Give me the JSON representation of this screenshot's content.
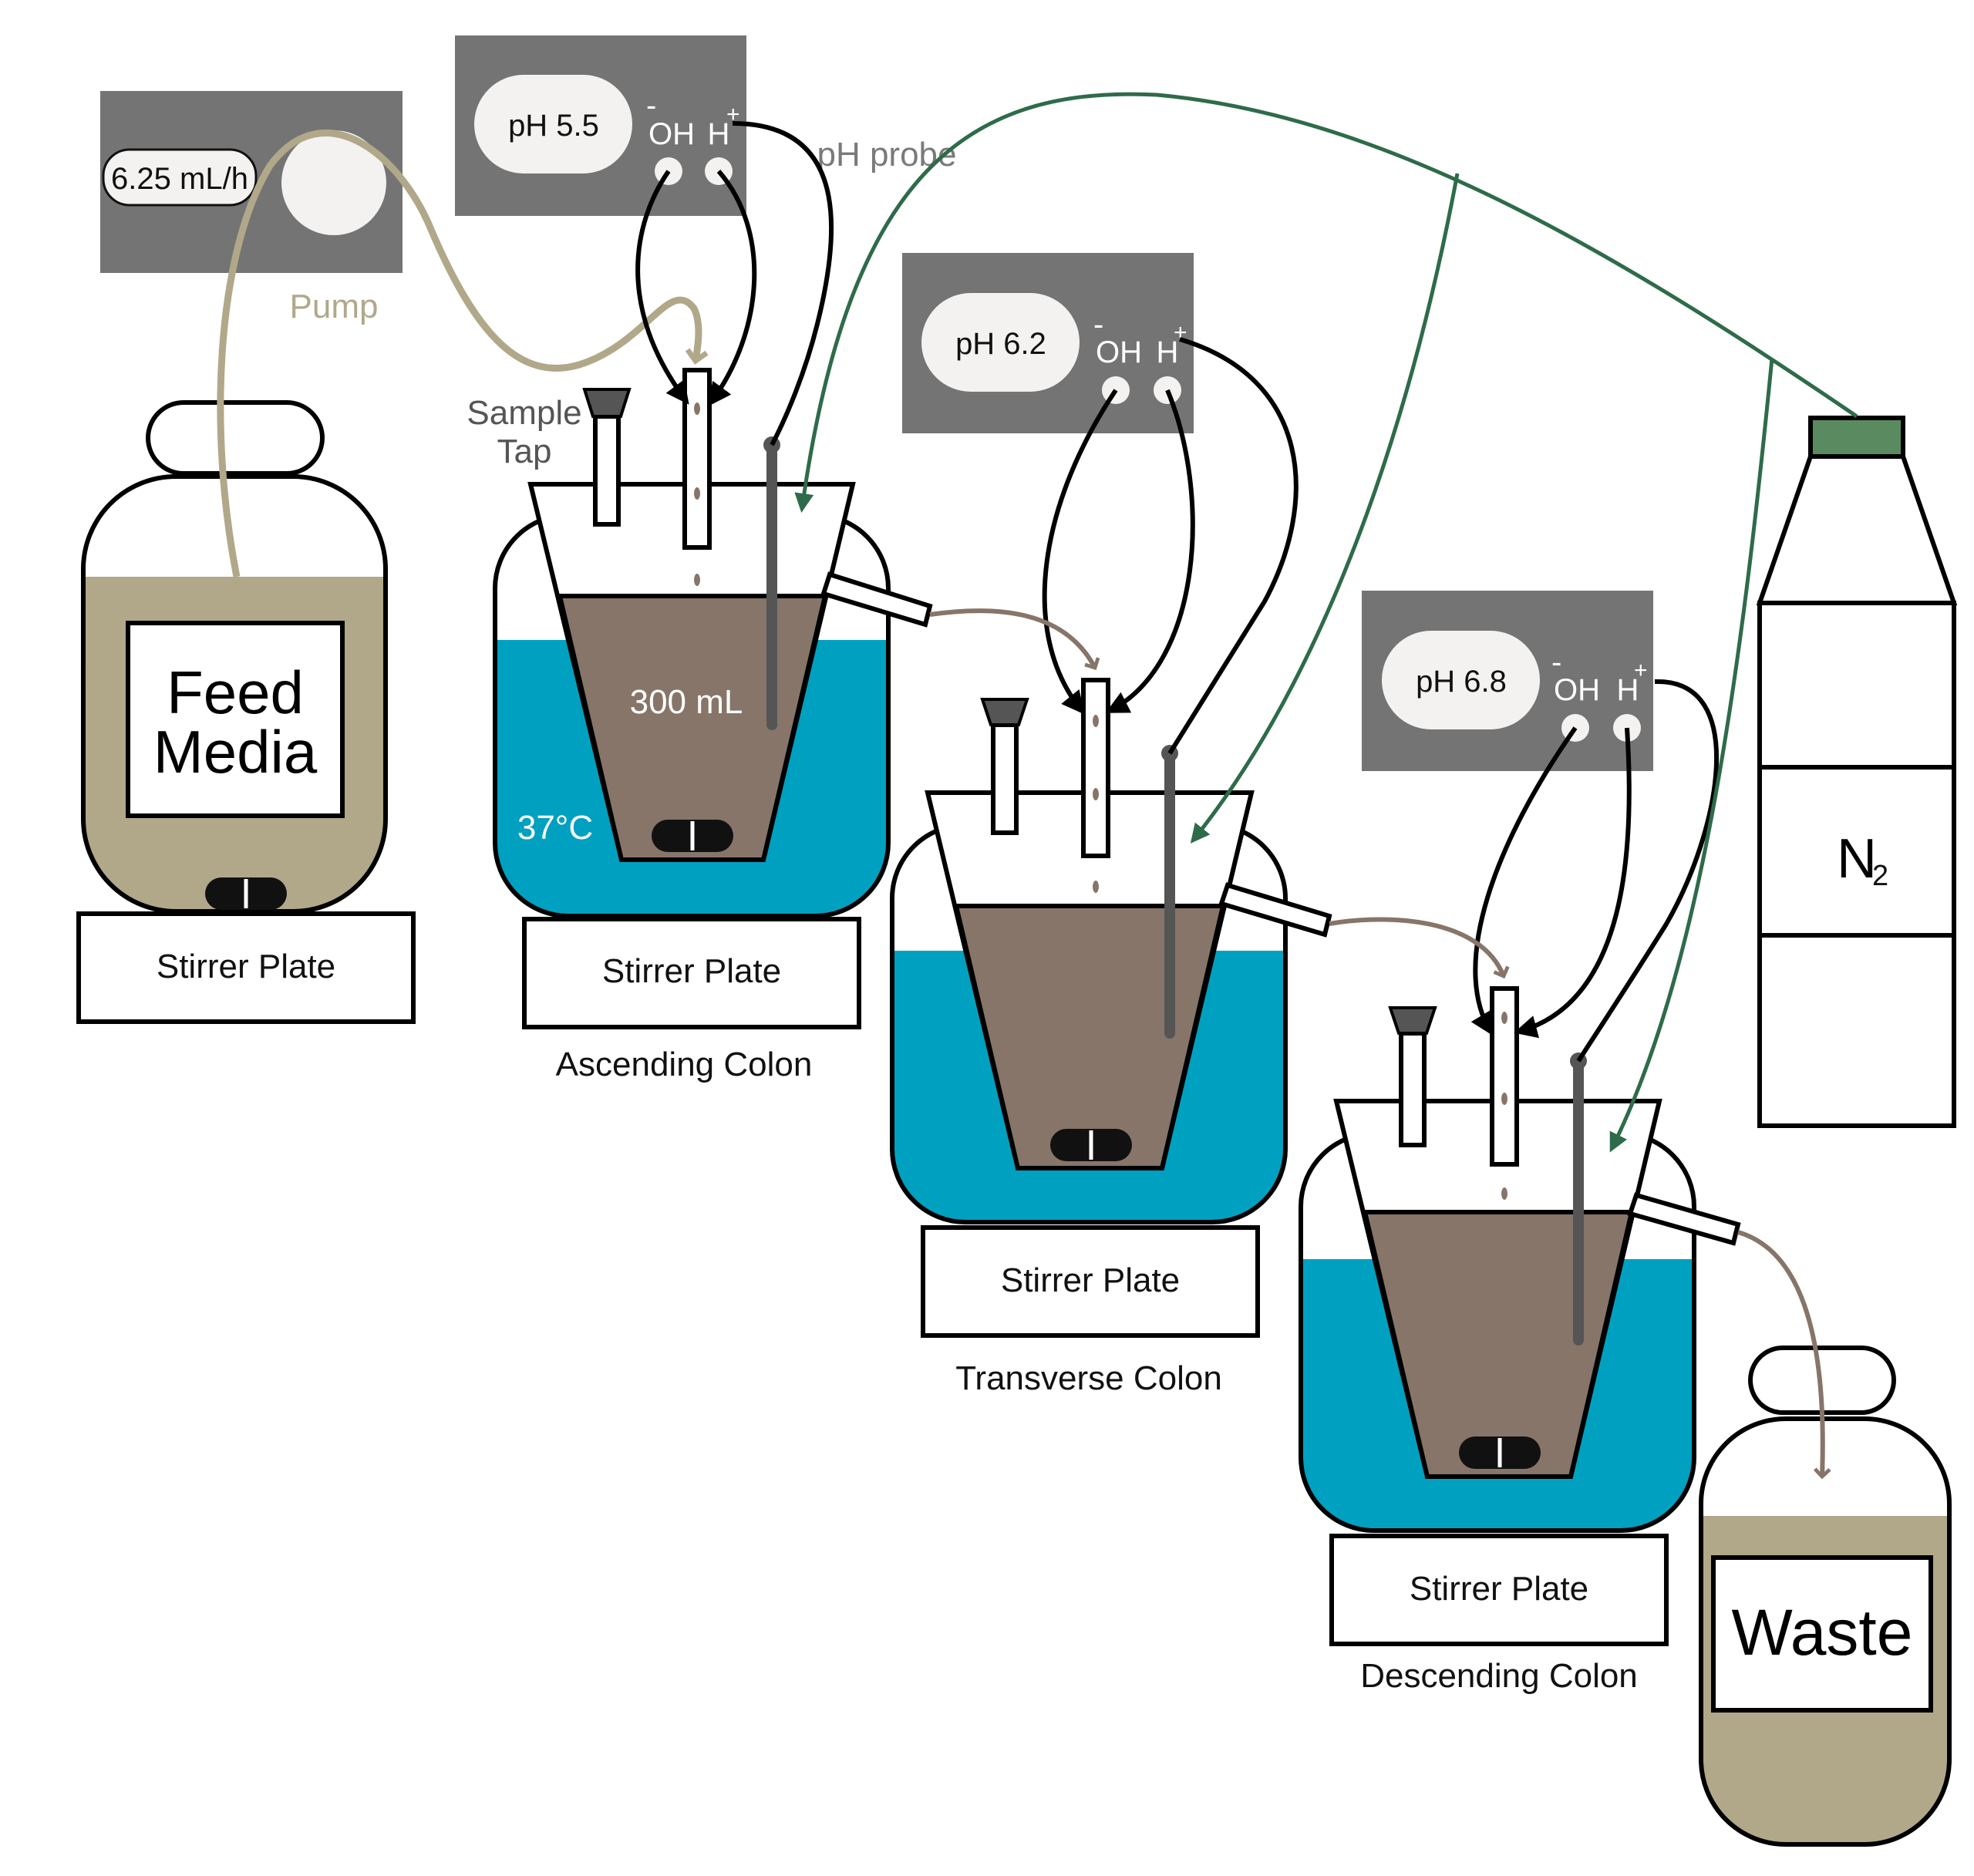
{
  "pump": {
    "rate": "6.25 mL/h",
    "label": "Pump"
  },
  "controllers": [
    {
      "ph": "pH 5.5",
      "oh": "OH",
      "h": "H",
      "minus": "-",
      "plus": "+"
    },
    {
      "ph": "pH 6.2",
      "oh": "OH",
      "h": "H",
      "minus": "-",
      "plus": "+"
    },
    {
      "ph": "pH 6.8",
      "oh": "OH",
      "h": "H",
      "minus": "-",
      "plus": "+"
    }
  ],
  "probe_label": "pH probe",
  "sample_tap": {
    "line1": "Sample",
    "line2": "Tap"
  },
  "feed": {
    "line1": "Feed",
    "line2": "Media"
  },
  "waste": "Waste",
  "stirrer_plate": "Stirrer Plate",
  "vessels": [
    {
      "name": "Ascending Colon",
      "volume": "300 mL",
      "temperature": "37°C"
    },
    {
      "name": "Transverse Colon"
    },
    {
      "name": "Descending Colon"
    }
  ],
  "gas": {
    "symbol": "N",
    "subscript": "2"
  },
  "colors": {
    "controller": "#747474",
    "media": "#b1a88a",
    "contents": "#877569",
    "water_bath": "#00a0c0",
    "gas_line": "#2e6b4a",
    "gas_cap": "#5a8a5f",
    "flow_line": "#877569"
  }
}
